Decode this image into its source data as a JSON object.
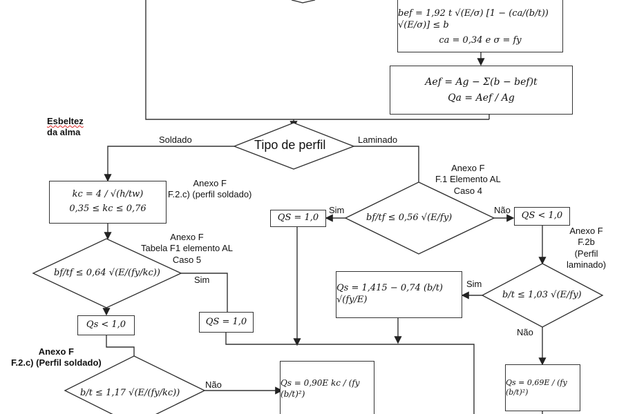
{
  "title_side": {
    "line1": "Esbeltez",
    "line2": "da alma"
  },
  "box_bef": {
    "line1": "bef = 1,92 t √(E/σ) [1 − (ca/(b/t)) √(E/σ)] ≤ b",
    "line2": "ca = 0,34     e σ = fy"
  },
  "box_aef": {
    "line1": "Aef = Ag − Σ(b − bef)t",
    "line2": "Qa = Aef / Ag"
  },
  "decision_tipo": {
    "label": "Tipo de perfil",
    "left": "Soldado",
    "right": "Laminado"
  },
  "box_kc": {
    "line1": "kc = 4 / √(h/tw)",
    "line2": "0,35 ≤ kc ≤ 0,76"
  },
  "note_f2c": {
    "line1": "Anexo F",
    "line2": "F.2.c) (perfil soldado)"
  },
  "note_f1_al4": {
    "line1": "Anexo F",
    "line2": "F.1 Elemento AL",
    "line3": "Caso 4"
  },
  "decision_bt_056": {
    "cond": "bf/tf ≤ 0,56 √(E/fy)",
    "yes": "Sim",
    "no": "Não"
  },
  "box_qs1_top": {
    "text": "QS = 1,0"
  },
  "box_qs_lt1_right": {
    "text": "QS < 1,0"
  },
  "note_f2b": {
    "line1": "Anexo F",
    "line2": "F.2b",
    "line3": "(Perfil",
    "line4": "laminado)"
  },
  "note_tab_f1": {
    "line1": "Anexo F",
    "line2": "Tabela F1 elemento AL",
    "line3": "Caso 5"
  },
  "decision_bt_064": {
    "cond": "bf/tf ≤ 0,64 √(E/(fy/kc))",
    "yes": "Sim"
  },
  "box_qs_lt1_left": {
    "text": "Qs < 1,0"
  },
  "box_qs1_mid": {
    "text": "QS = 1,0"
  },
  "decision_bt_103": {
    "cond": "b/t ≤ 1,03 √(E/fy)",
    "yes": "Sim",
    "no": "Não"
  },
  "box_qs_1415": {
    "text": "Qs = 1,415 − 0,74 (b/t) √(fy/E)"
  },
  "note_f2c_bold": {
    "line1": "Anexo F",
    "line2": "F.2.c) (Perfil soldado)"
  },
  "decision_bt_117": {
    "cond": "b/t ≤ 1,17 √(E/(fy/kc))",
    "no": "Não"
  },
  "box_qs_090": {
    "text": "Qs = 0,90E kc / (fy (b/t)²)"
  },
  "box_qs_069": {
    "text": "Qs = 0,69E / (fy (b/t)²)"
  }
}
